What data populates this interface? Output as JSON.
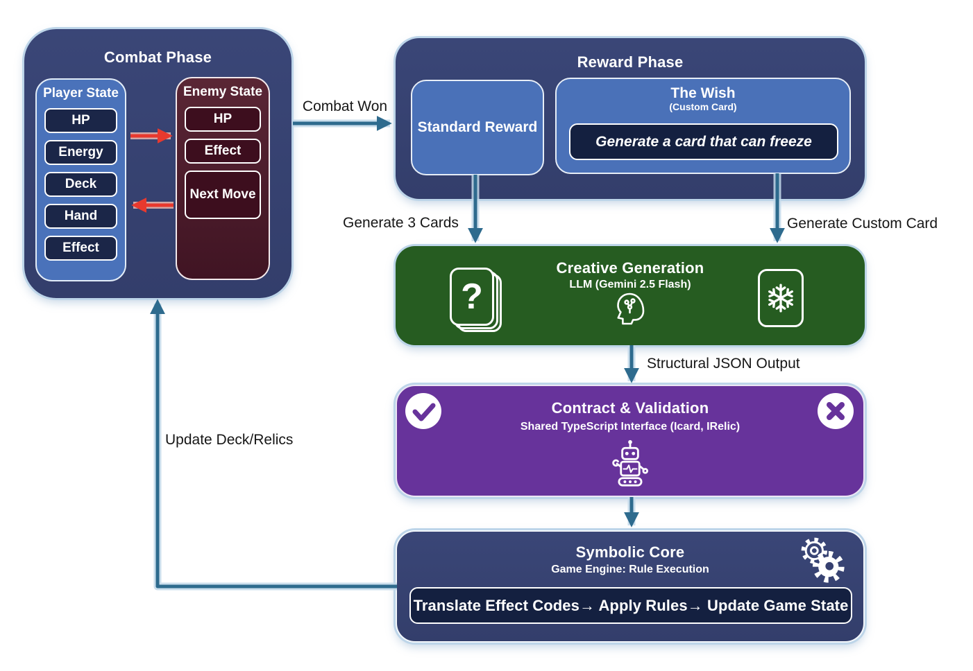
{
  "colors": {
    "phase_navy": "#364070",
    "panel_blue": "#4a71b8",
    "chip_navy": "#1b2648",
    "enemy_maroon": "#5a2635",
    "enemy_chip_maroon": "#3d0e1e",
    "generation_green": "#265c21",
    "validation_purple": "#67339b",
    "flow_arrow_teal": "#2e6b8e",
    "combat_arrow_red": "#e8392e"
  },
  "combat_phase": {
    "title": "Combat Phase",
    "player_state": {
      "title": "Player State",
      "items": [
        "HP",
        "Energy",
        "Deck",
        "Hand",
        "Effect"
      ]
    },
    "enemy_state": {
      "title": "Enemy State",
      "items": [
        "HP",
        "Effect",
        "Next Move"
      ]
    }
  },
  "reward_phase": {
    "title": "Reward Phase",
    "standard_reward_label": "Standard Reward",
    "the_wish": {
      "title": "The Wish",
      "subtitle": "(Custom Card)",
      "prompt": "Generate a card that can freeze"
    }
  },
  "creative_generation": {
    "title": "Creative Generation",
    "subtitle": "LLM (Gemini 2.5 Flash)",
    "question_glyph": "?"
  },
  "contract_validation": {
    "title": "Contract & Validation",
    "subtitle": "Shared TypeScript Interface (Icard, IRelic)"
  },
  "symbolic_core": {
    "title": "Symbolic Core",
    "subtitle": "Game Engine: Rule Execution",
    "pipeline": "Translate Effect Codes→ Apply Rules→ Update Game State"
  },
  "edge_labels": {
    "combat_won": "Combat Won",
    "generate_3_cards": "Generate 3 Cards",
    "generate_custom_card": "Generate Custom Card",
    "structural_json_output": "Structural JSON Output",
    "update_deck_relics": "Update Deck/Relics"
  }
}
